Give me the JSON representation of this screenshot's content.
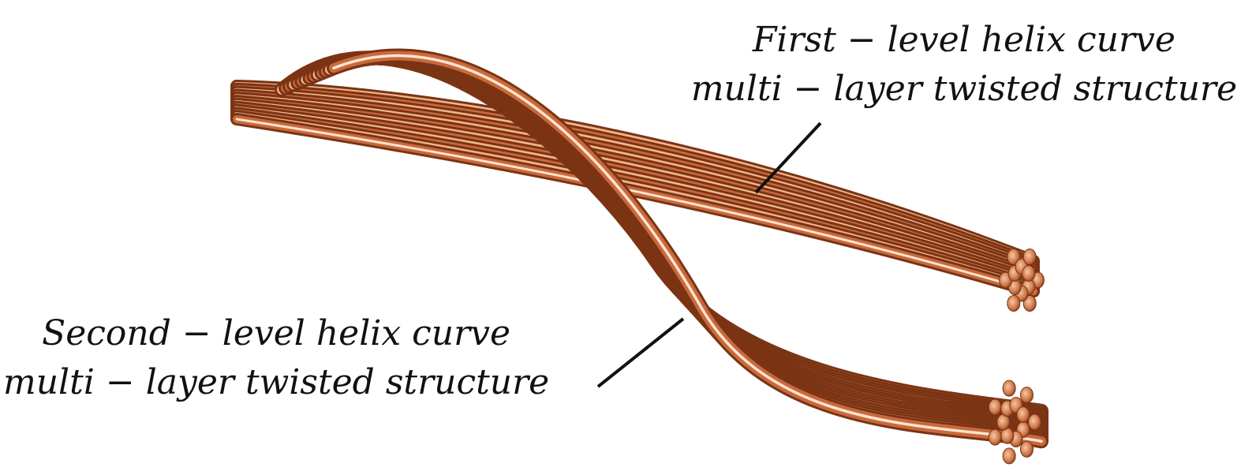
{
  "annotations": {
    "first": {
      "line1": "First − level helix curve",
      "line2": "multi − layer twisted structure"
    },
    "second": {
      "line1": "Second − level helix curve",
      "line2": "multi − layer twisted structure"
    }
  },
  "colors": {
    "copper_dark": "#7a3414",
    "copper_mid": "#c96a3c",
    "copper_light": "#f3b48d",
    "copper_highlight": "#fde3cf",
    "leader_line": "#111111",
    "background": "#ffffff"
  }
}
